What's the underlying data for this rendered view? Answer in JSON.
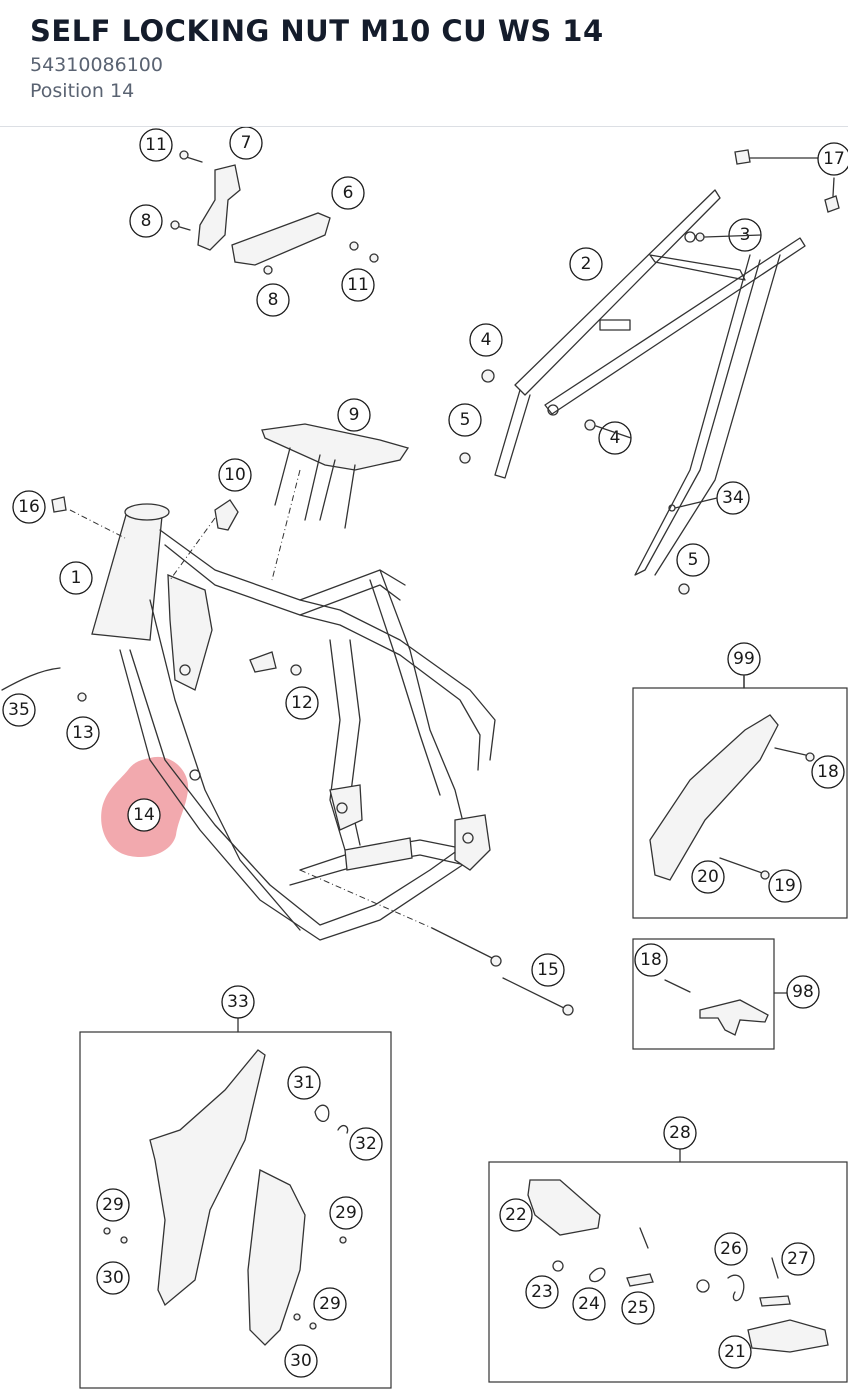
{
  "header": {
    "title": "SELF LOCKING NUT M10 CU WS 14",
    "part_number": "54310086100",
    "position_label": "Position 14"
  },
  "diagram": {
    "highlight_color": "#e8636b",
    "highlighted_position": "14",
    "callouts": [
      "11",
      "7",
      "8",
      "6",
      "8",
      "11",
      "17",
      "3",
      "2",
      "4",
      "5",
      "4",
      "9",
      "10",
      "16",
      "1",
      "34",
      "5",
      "12",
      "35",
      "13",
      "14",
      "99",
      "18",
      "20",
      "19",
      "15",
      "18",
      "98",
      "33",
      "31",
      "32",
      "29",
      "30",
      "29",
      "29",
      "30",
      "28",
      "22",
      "23",
      "24",
      "25",
      "26",
      "27",
      "21"
    ]
  }
}
